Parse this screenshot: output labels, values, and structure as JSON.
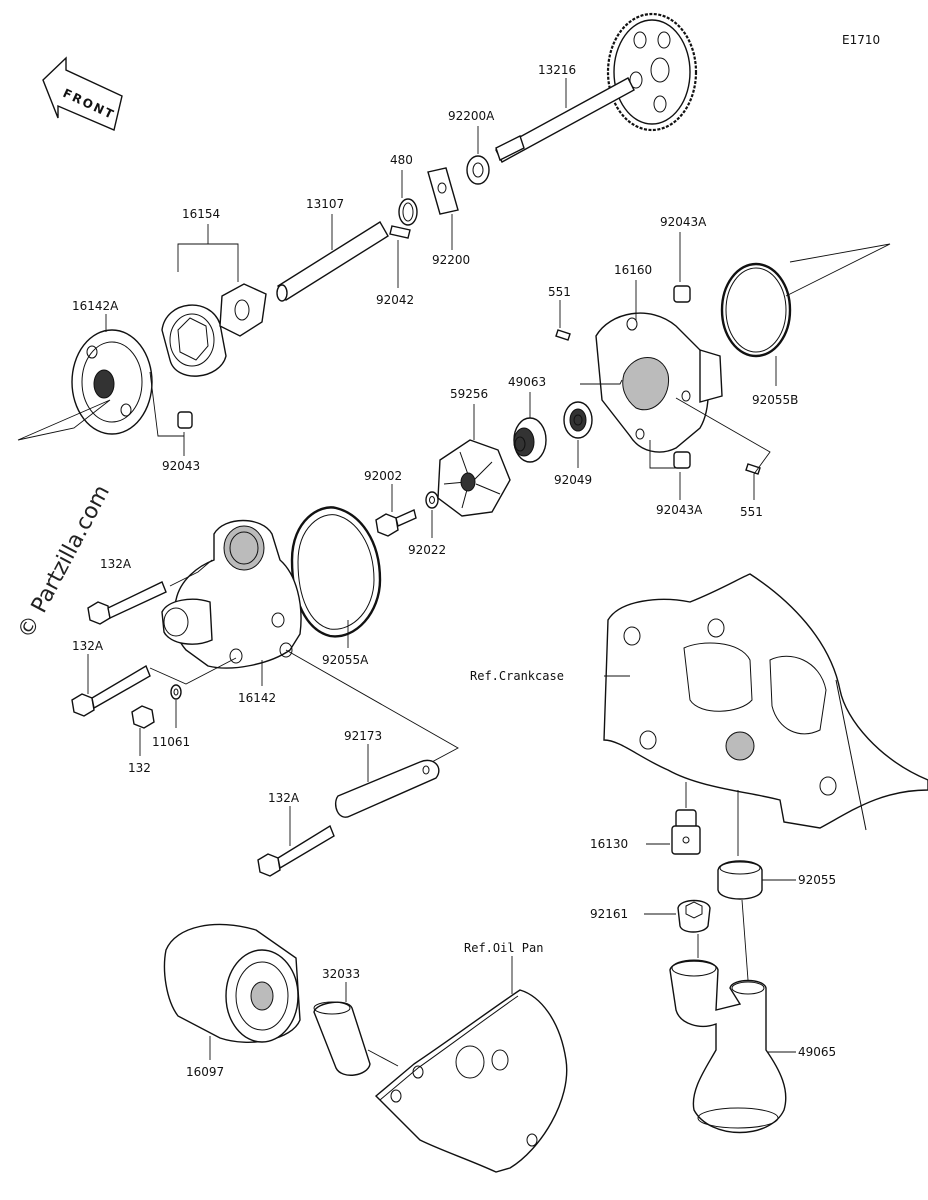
{
  "diagram_code": "E1710",
  "front_label": "FRONT",
  "watermark": "© Partzilla.com",
  "references": {
    "crankcase": "Ref.Crankcase",
    "oil_pan": "Ref.Oil Pan"
  },
  "parts": {
    "p13216": "13216",
    "p92200A": "92200A",
    "p480": "480",
    "p92200": "92200",
    "p13107": "13107",
    "p92042": "92042",
    "p16154": "16154",
    "p16142A": "16142A",
    "p92043": "92043",
    "p92043A_top": "92043A",
    "p16160": "16160",
    "p551_top": "551",
    "p49063": "49063",
    "p59256": "59256",
    "p92049": "92049",
    "p92055B": "92055B",
    "p92043A_bot": "92043A",
    "p551_bot": "551",
    "p92002": "92002",
    "p92022": "92022",
    "p132A_1": "132A",
    "p132A_2": "132A",
    "p92055A": "92055A",
    "p16142": "16142",
    "p132": "132",
    "p11061": "11061",
    "p92173": "92173",
    "p132A_3": "132A",
    "p16130": "16130",
    "p92055": "92055",
    "p92161": "92161",
    "p49065": "49065",
    "p16097": "16097",
    "p32033": "32033"
  }
}
